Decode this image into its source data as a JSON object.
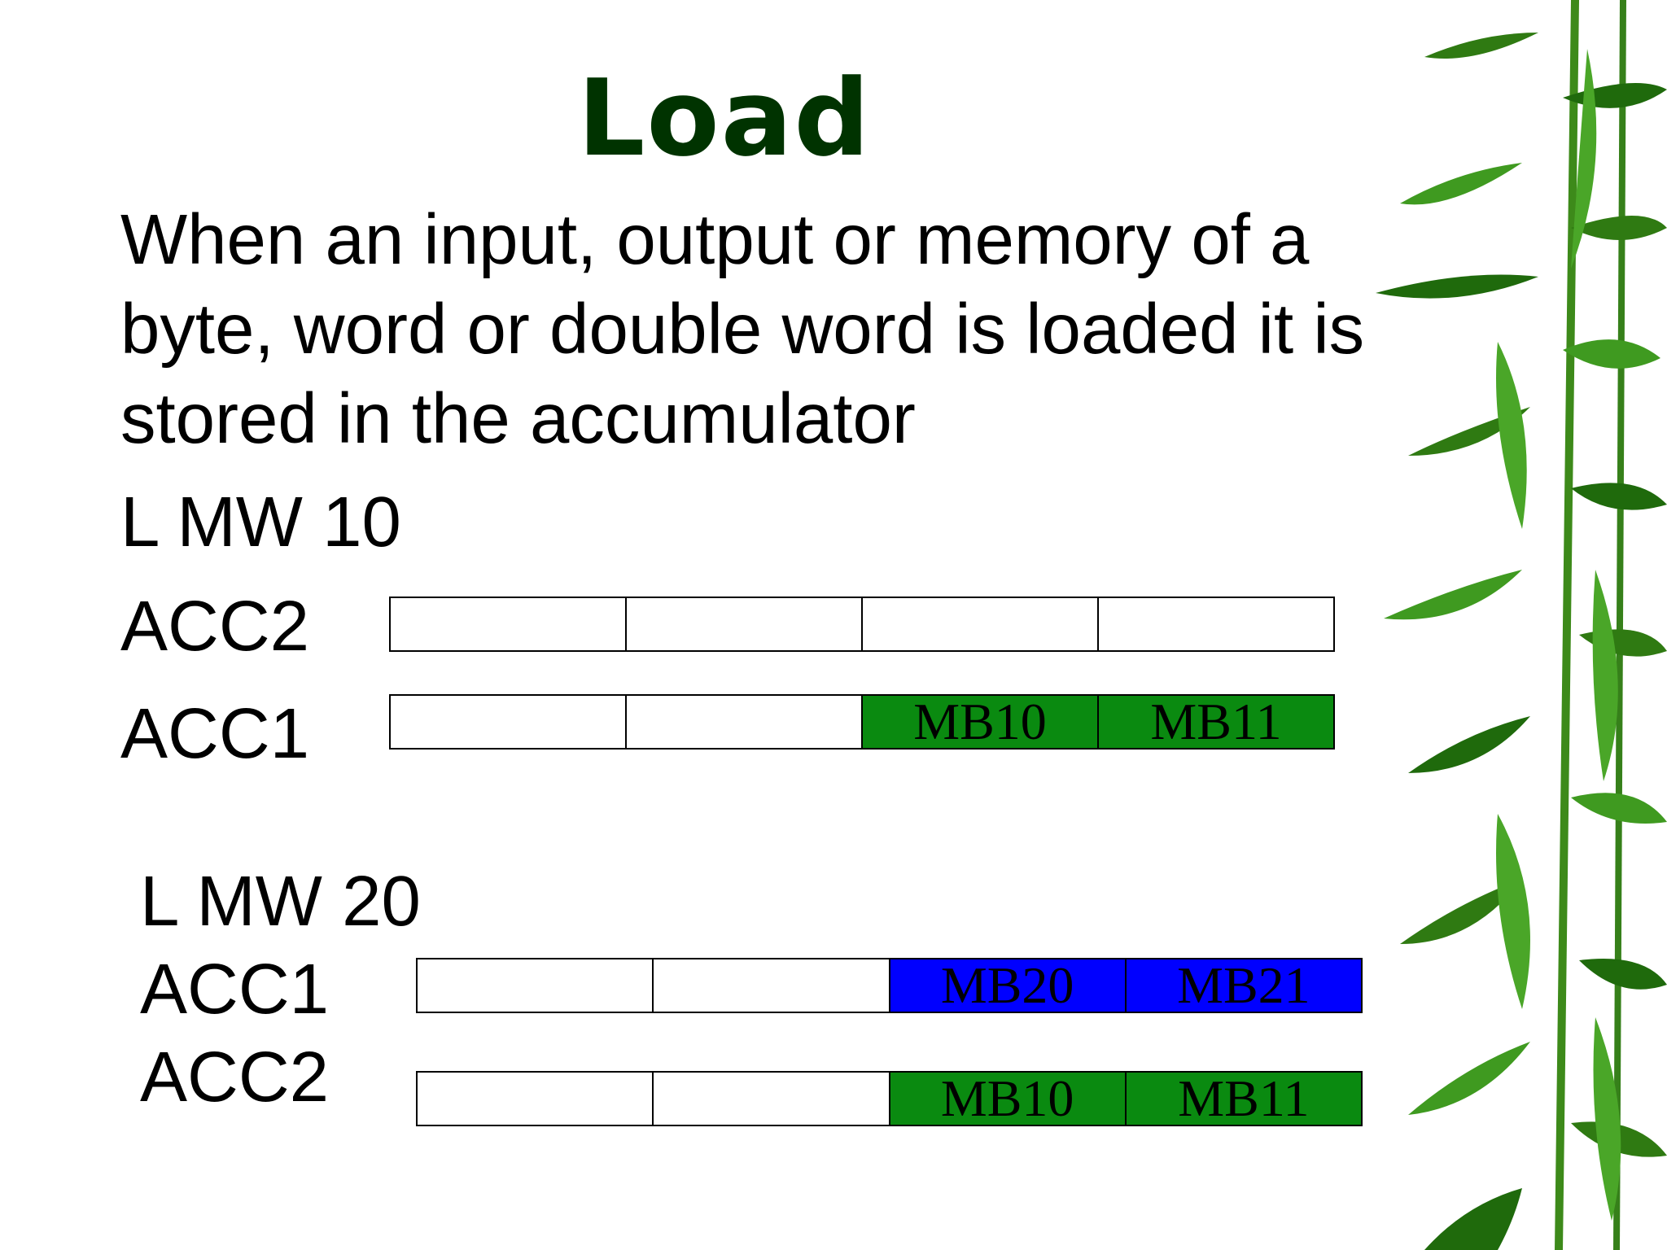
{
  "slide": {
    "title": "Load",
    "body": "When an input, output or memory of a byte, word or double word is loaded it is stored in the accumulator",
    "colors": {
      "title": "#003300",
      "green": "#0a8a10",
      "blue": "#0000ff",
      "plant": "#2f7a12"
    }
  },
  "example1": {
    "instruction": "L MW 10",
    "acc2": {
      "label": "ACC2",
      "cells": [
        "",
        "",
        "",
        ""
      ]
    },
    "acc1": {
      "label": "ACC1",
      "cells": [
        "",
        "",
        "MB10",
        "MB11"
      ]
    }
  },
  "example2": {
    "instruction": "L MW 20",
    "acc1": {
      "label": "ACC1",
      "cells": [
        "",
        "",
        "MB20",
        "MB21"
      ]
    },
    "acc2": {
      "label": "ACC2",
      "cells": [
        "",
        "",
        "MB10",
        "MB11"
      ]
    }
  },
  "decoration": {
    "icon": "bamboo-leaves"
  }
}
